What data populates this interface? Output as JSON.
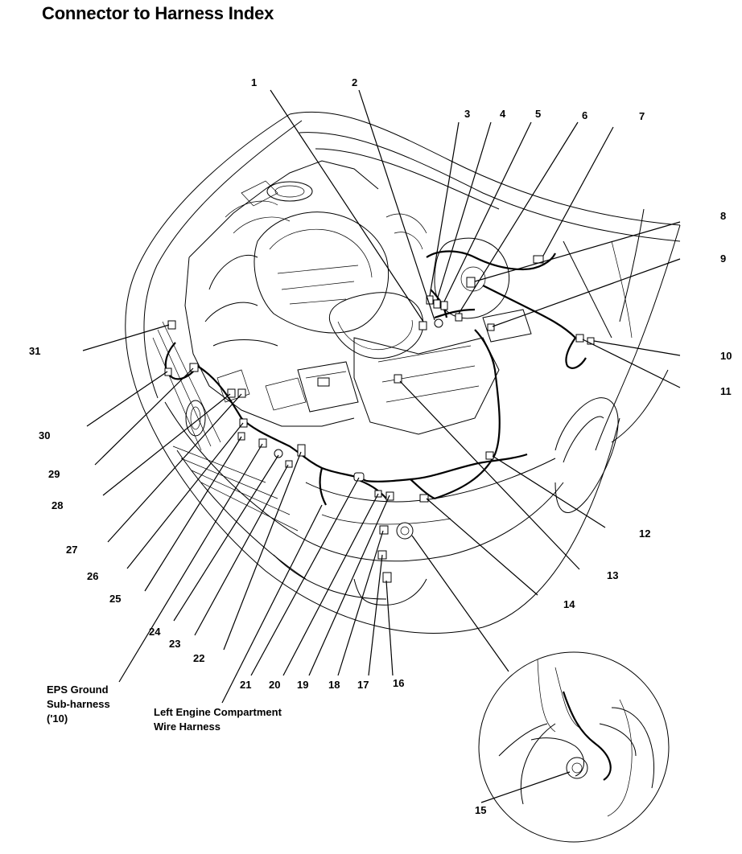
{
  "title": "Connector to Harness Index",
  "callouts": [
    "1",
    "2",
    "3",
    "4",
    "5",
    "6",
    "7",
    "8",
    "9",
    "10",
    "11",
    "12",
    "13",
    "14",
    "15",
    "16",
    "17",
    "18",
    "19",
    "20",
    "21",
    "22",
    "23",
    "24",
    "25",
    "26",
    "27",
    "28",
    "29",
    "30",
    "31"
  ],
  "captions": {
    "eps_ground": [
      "EPS Ground",
      "Sub-harness",
      "('10)"
    ],
    "left_engine": [
      "Left Engine Compartment",
      "Wire Harness"
    ]
  }
}
